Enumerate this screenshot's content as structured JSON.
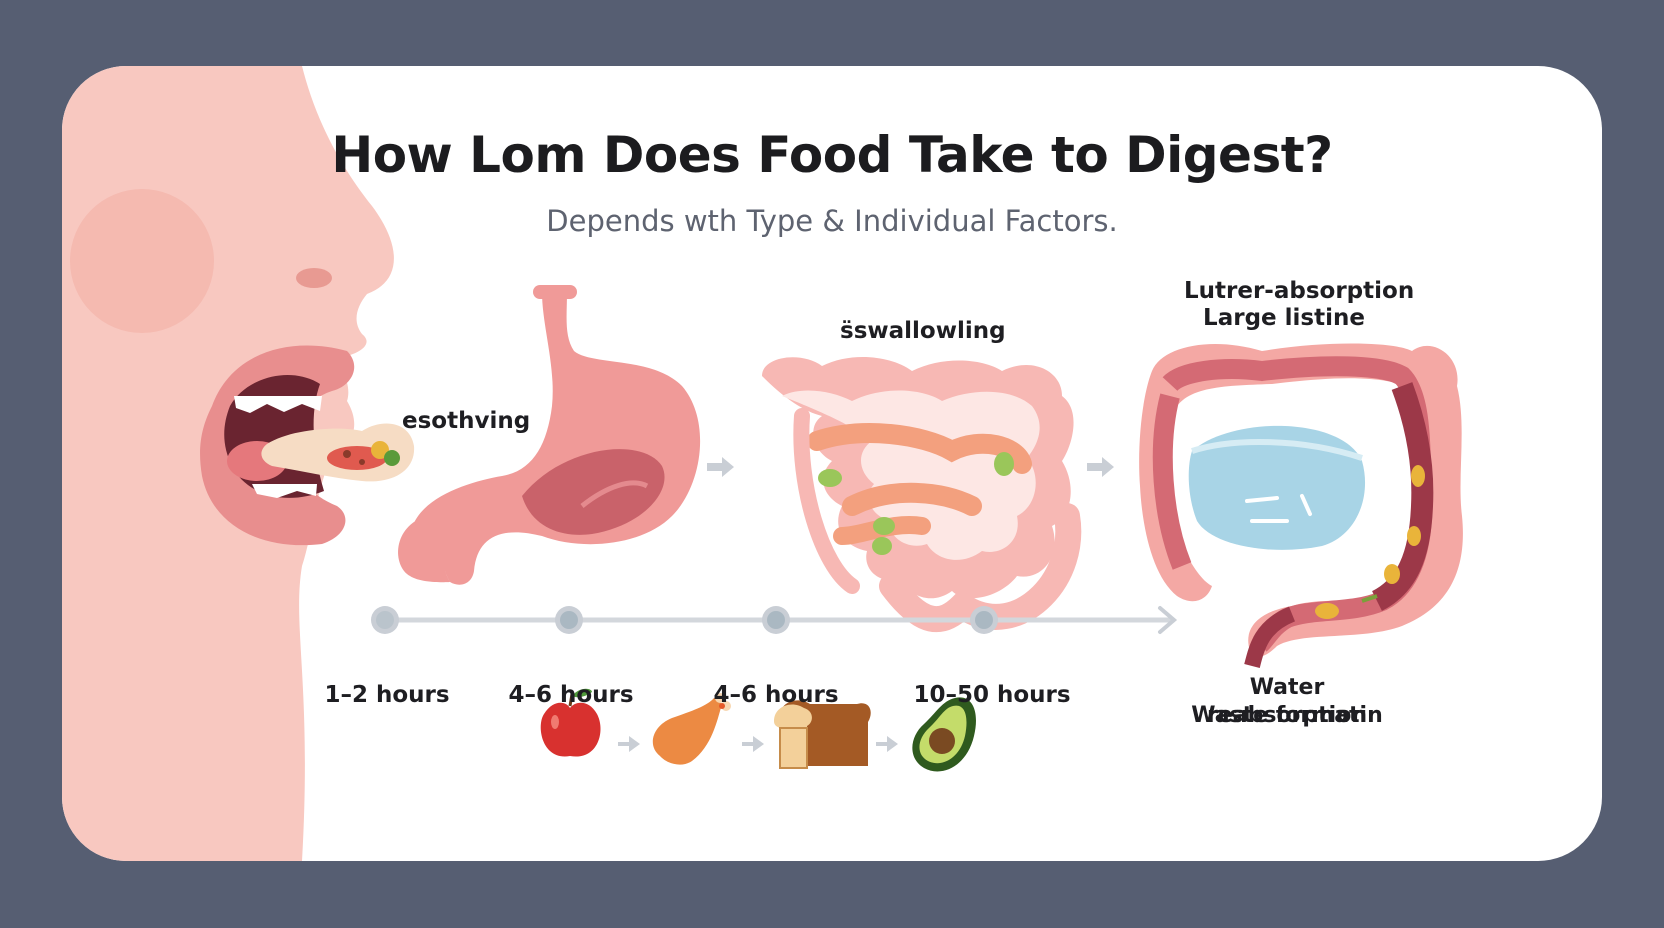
{
  "title": "How Lom Does Food Take to Digest?",
  "subtitle": "Depends wth Type & Individual Factors.",
  "stages": {
    "mouth_label": "esothving",
    "intestine_label": "s̈swallowling",
    "large_intestine_line1": "Lutrer-absorption",
    "large_intestine_line2": "Large listine"
  },
  "timeline": {
    "times": [
      "1–2 hours",
      "4–6 hours",
      "4–6 hours",
      "10–50 hours"
    ]
  },
  "notes": {
    "line1": "Water reabsorption",
    "line2": "Waste formatin"
  },
  "foods": [
    "apple-icon",
    "chicken-leg-icon",
    "bread-icon",
    "avocado-icon"
  ],
  "colors": {
    "background": "#565e72",
    "skin": "#f8c8c0",
    "organ": "#f09a98",
    "intestine_inner": "#f3a08e",
    "water": "#a8d4e6",
    "timeline": "#c9ced5"
  }
}
